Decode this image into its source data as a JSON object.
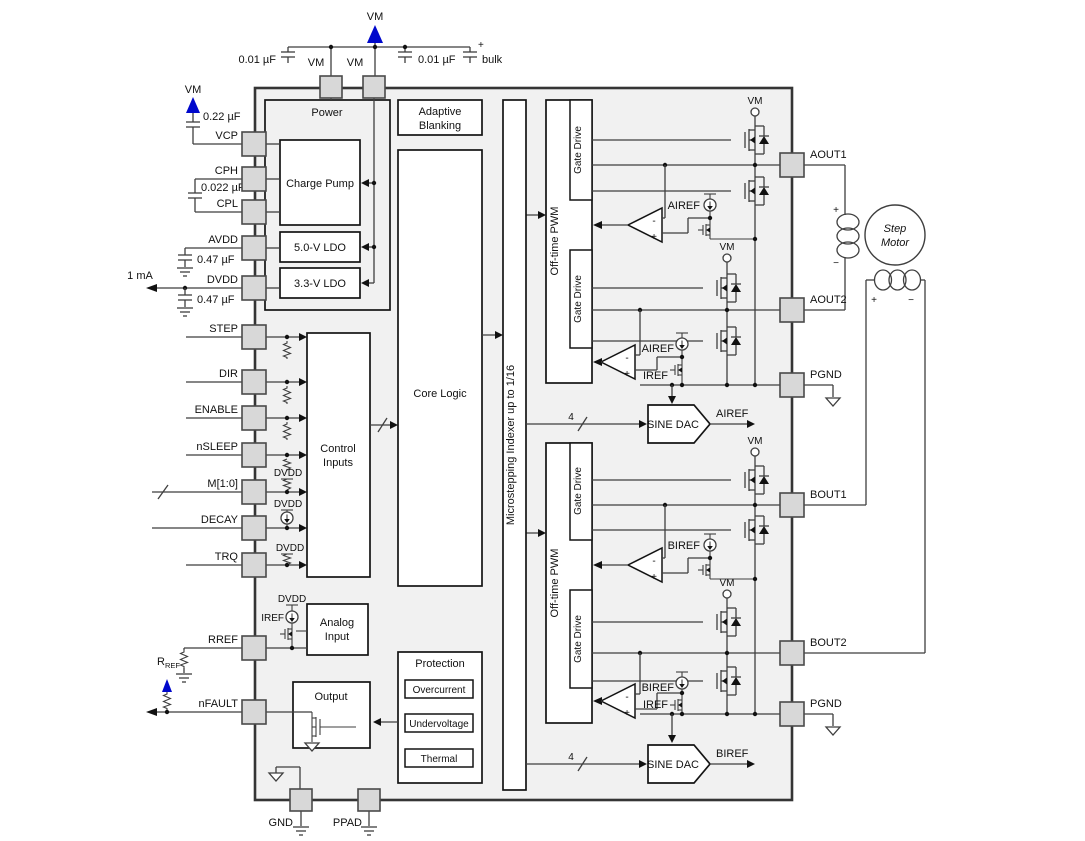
{
  "supply": {
    "vm": "VM",
    "cap": "0.01 µF",
    "plus": "+",
    "bulk": "bulk"
  },
  "left": {
    "vm": "VM",
    "cap_vcp": "0.22 µF",
    "cap_cp": "0.022 µF",
    "cap_047": "0.47 µF",
    "ma": "1 mA",
    "r": "R",
    "r_sub": "REF"
  },
  "pins": {
    "vm": "VM",
    "vcp": "VCP",
    "cph": "CPH",
    "cpl": "CPL",
    "avdd": "AVDD",
    "dvdd": "DVDD",
    "step": "STEP",
    "dir": "DIR",
    "enable": "ENABLE",
    "nsleep": "nSLEEP",
    "m": "M[1:0]",
    "decay": "DECAY",
    "trq": "TRQ",
    "rref": "RREF",
    "nfault": "nFAULT",
    "aout1": "AOUT1",
    "aout2": "AOUT2",
    "pgnd": "PGND",
    "bout1": "BOUT1",
    "bout2": "BOUT2",
    "gnd": "GND",
    "ppad": "PPAD"
  },
  "blocks": {
    "power": "Power",
    "charge_pump": "Charge Pump",
    "ldo5": "5.0-V LDO",
    "ldo3": "3.3-V LDO",
    "adaptive_1": "Adaptive",
    "adaptive_2": "Blanking",
    "core": "Core Logic",
    "control_1": "Control",
    "control_2": "Inputs",
    "indexer": "Microstepping Indexer up to 1/16",
    "pwm": "Off-time PWM",
    "gate_drive": "Gate Drive",
    "analog_1": "Analog",
    "analog_2": "Input",
    "output": "Output",
    "protection": "Protection",
    "overcurrent": "Overcurrent",
    "undervoltage": "Undervoltage",
    "thermal": "Thermal",
    "sine_dac": "SINE DAC"
  },
  "signals": {
    "dvdd": "DVDD",
    "iref": "IREF",
    "airef": "AIREF",
    "biref": "BIREF",
    "bus4": "4",
    "minus": "-",
    "plus": "+"
  },
  "motor": {
    "name_1": "Step",
    "name_2": "Motor",
    "plus": "+",
    "minus": "−"
  }
}
